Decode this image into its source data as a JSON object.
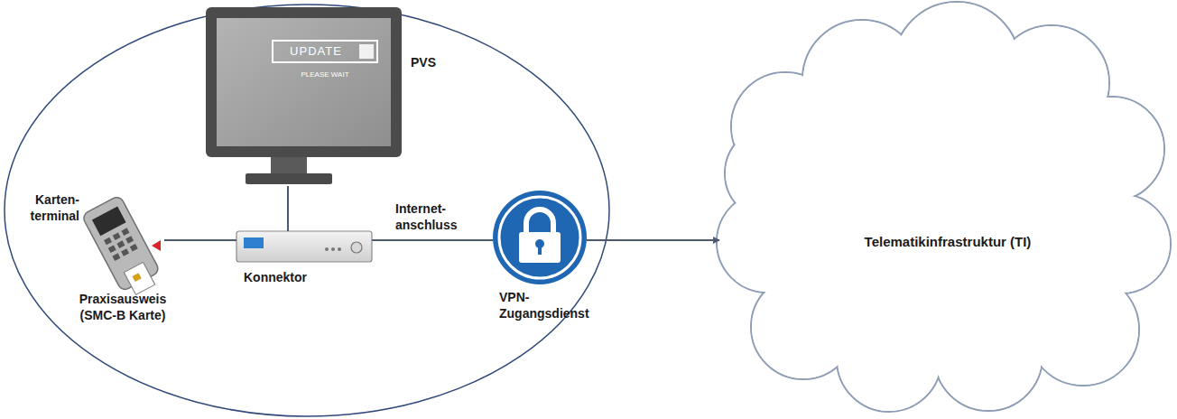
{
  "diagram": {
    "nodes": [
      {
        "text": [
          "UPDATE",
          "PLEASE WAIT",
          "PVS"
        ]
      },
      {
        "text": [
          "Karten- terminal",
          "Praxisausweis (SMC-B Karte)"
        ]
      },
      {
        "text": [
          "Konnektor"
        ]
      },
      {
        "text": [
          "VPN- Zugangsdienst"
        ]
      },
      {
        "text": [
          "Telematikinfrastruktur (TI)"
        ]
      }
    ],
    "edges": [
      {
        "from": 0,
        "to": 2,
        "arrow": "none"
      },
      {
        "from": 1,
        "to": 2,
        "arrow": "none"
      },
      {
        "from": 2,
        "to": 3,
        "label": "Internet- anschluss",
        "arrow": "none"
      },
      {
        "from": 3,
        "to": 4,
        "arrow": "to"
      }
    ]
  }
}
